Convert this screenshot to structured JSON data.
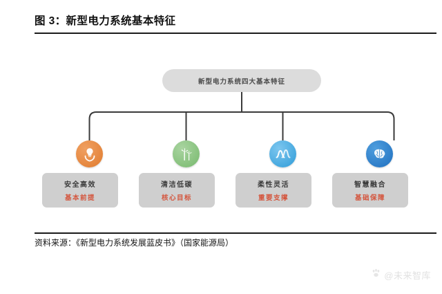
{
  "figure": {
    "title": "图 3：新型电力系统基本特征",
    "source": "资料来源：《新型电力系统发展蓝皮书》（国家能源局）"
  },
  "diagram": {
    "type": "tree",
    "root": {
      "label": "新型电力系统四大基本特征"
    },
    "branches": [
      {
        "title": "安全高效",
        "subtitle": "基本前提",
        "icon": "shield-lightbulb-icon",
        "icon_color": "#e07b2e"
      },
      {
        "title": "清洁低碳",
        "subtitle": "核心目标",
        "icon": "wind-turbine-icon",
        "icon_color": "#77b96d"
      },
      {
        "title": "柔性灵活",
        "subtitle": "重要支撑",
        "icon": "waveform-icon",
        "icon_color": "#2f9cd8"
      },
      {
        "title": "智慧融合",
        "subtitle": "基础保障",
        "icon": "brain-network-icon",
        "icon_color": "#1f6fbf"
      }
    ],
    "colors": {
      "root_box": "#dcdcdc",
      "card_box": "#cfcfcf",
      "card_title": "#3b3b3b",
      "card_subtitle": "#d4553d",
      "connector": "#3a3a3a"
    }
  },
  "watermark": {
    "text": "@未来智库",
    "icon": "paw-logo-icon"
  }
}
